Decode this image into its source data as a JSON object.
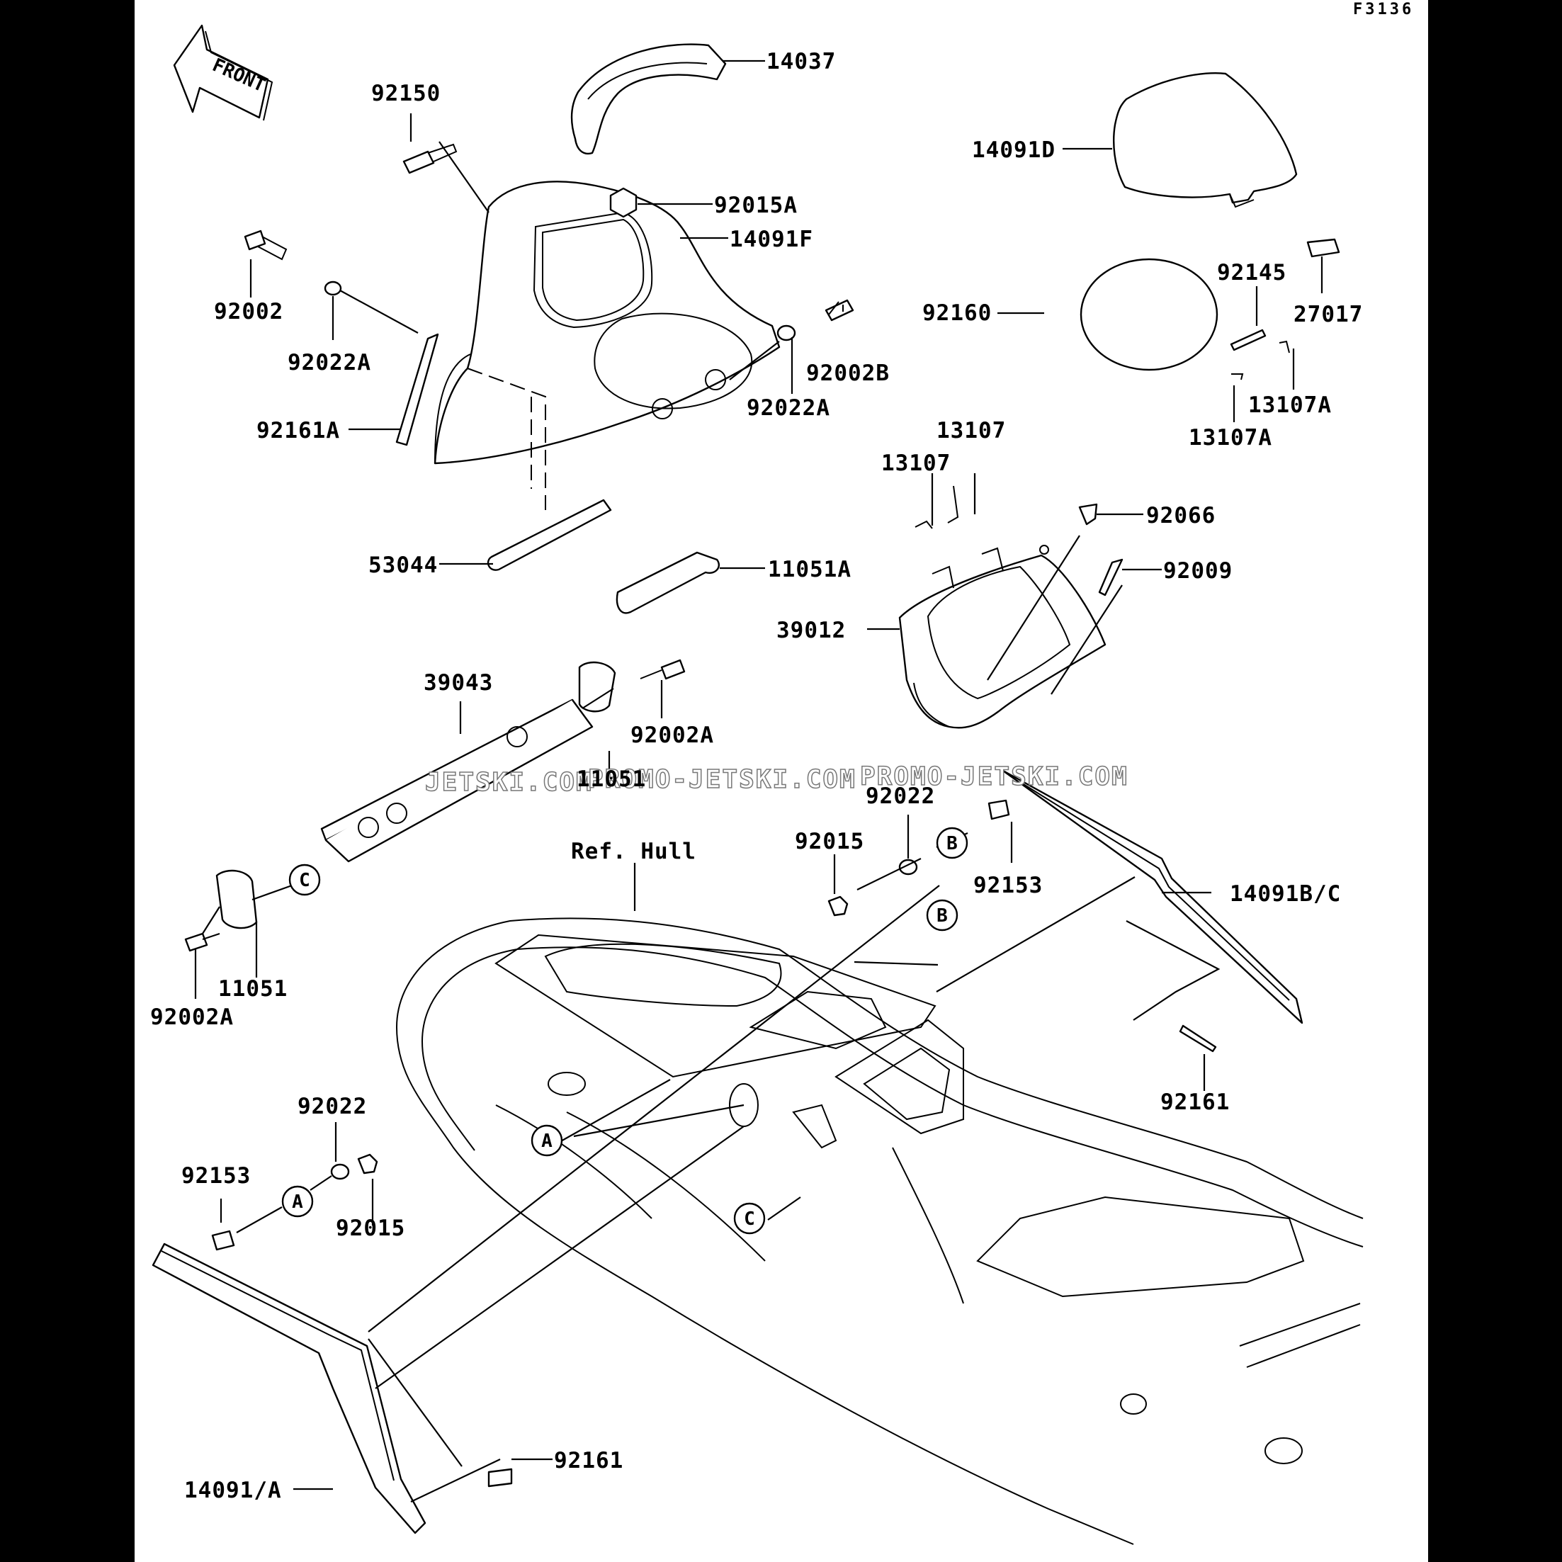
{
  "figure_code": "F3136",
  "front_arrow": "FRONT",
  "reference_label": "Ref. Hull",
  "watermarks": [
    "JETSKI.COM",
    "PROMO-JETSKI.COM",
    "PROMO-JETSKI.COM"
  ],
  "callouts": {
    "a": "A",
    "b": "B",
    "c": "C"
  },
  "parts": {
    "p14037": "14037",
    "p92150": "92150",
    "p92015A": "92015A",
    "p14091D": "14091D",
    "p14091F": "14091F",
    "p92002": "92002",
    "p92022A_left": "92022A",
    "p92002B": "92002B",
    "p92022A_right": "92022A",
    "p92161A": "92161A",
    "p92160": "92160",
    "p92145": "92145",
    "p27017": "27017",
    "p13107A_right": "13107A",
    "p13107A_left": "13107A",
    "p13107_upper": "13107",
    "p13107_lower": "13107",
    "p92066": "92066",
    "p92009": "92009",
    "p53044": "53044",
    "p11051A": "11051A",
    "p39012": "39012",
    "p39043": "39043",
    "p92002A_upper": "92002A",
    "p11051_upper": "11051",
    "p92022_upper": "92022",
    "p92015_upper": "92015",
    "p92153_upper": "92153",
    "p14091BC": "14091B/C",
    "p11051_lower": "11051",
    "p92002A_lower": "92002A",
    "p92161_right": "92161",
    "p92022_lower": "92022",
    "p92153_lower": "92153",
    "p92015_lower": "92015",
    "p92161_lower": "92161",
    "p14091A": "14091/A"
  }
}
